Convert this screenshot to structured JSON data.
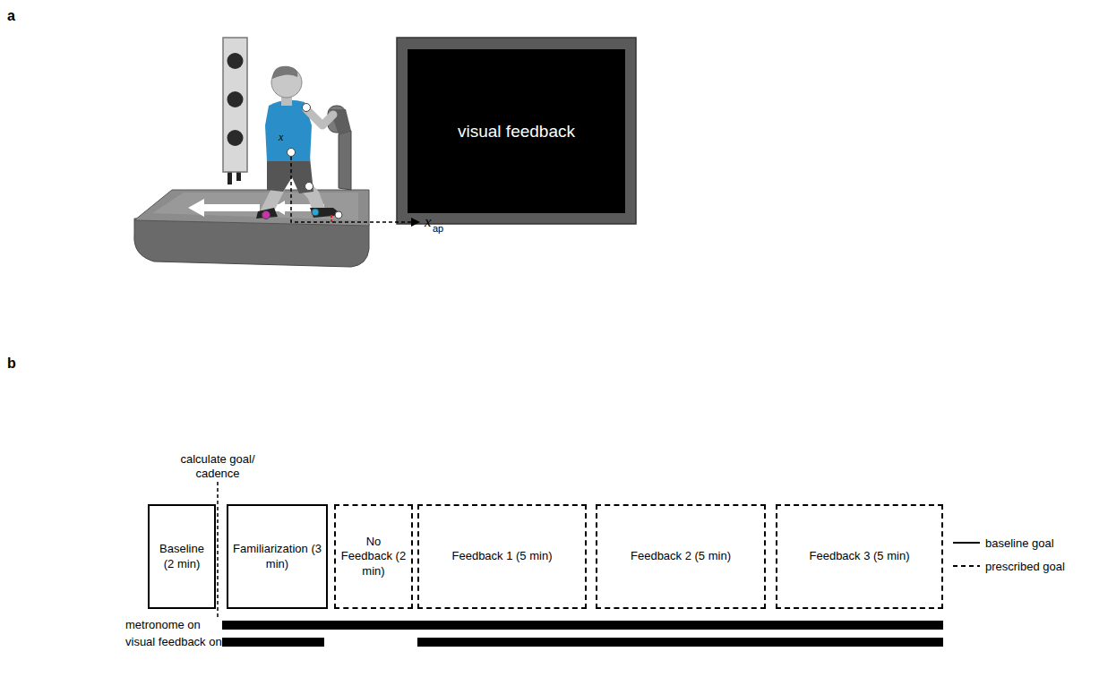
{
  "diagram": {
    "nodes": [
      {
        "text": [
          "visual feedback"
        ]
      },
      {
        "text": [
          "Baseline (2 min)"
        ]
      },
      {
        "text": [
          "Familiarization (3 min)"
        ]
      },
      {
        "text": [
          "No Feedback (2 min)"
        ]
      },
      {
        "text": [
          "Feedback 1 (5 min)"
        ]
      },
      {
        "text": [
          "Feedback 2 (5 min)"
        ]
      },
      {
        "text": [
          "Feedback 3 (5 min)"
        ]
      }
    ],
    "labels": [
      "a",
      "x",
      "x",
      "ap",
      "b",
      "calculate goal/ cadence",
      "metronome on",
      "visual feedback on"
    ],
    "legend": [
      {
        "text": "baseline goal"
      },
      {
        "text": "prescribed goal"
      }
    ]
  }
}
